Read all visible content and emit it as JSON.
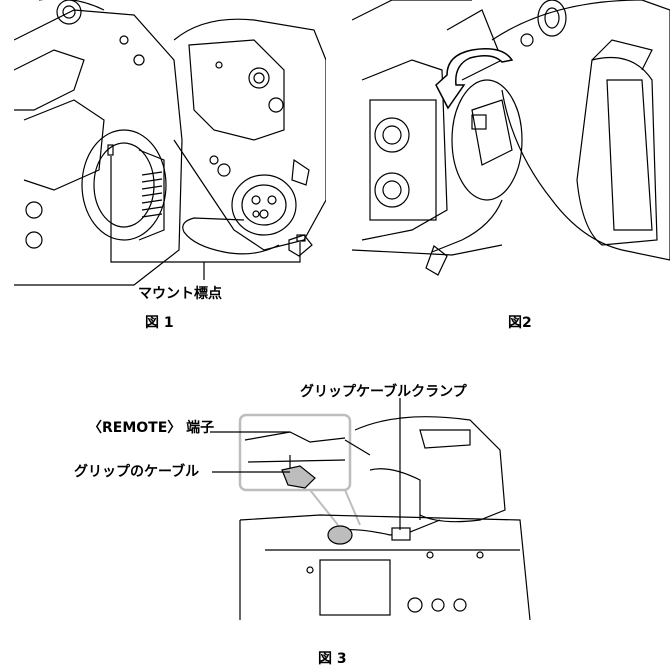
{
  "figures": {
    "fig1": {
      "caption": "図 1",
      "mount_mark_label": "マウント標点"
    },
    "fig2": {
      "caption": "図2"
    },
    "fig3": {
      "caption": "図 3",
      "remote_terminal_label": "〈REMOTE〉 端子",
      "grip_cable_label": "グリップのケーブル",
      "grip_cable_clamp_label": "グリップケーブルクランプ"
    }
  },
  "colors": {
    "line": "#000000",
    "background": "#ffffff",
    "shade": "#bdbdbd"
  }
}
